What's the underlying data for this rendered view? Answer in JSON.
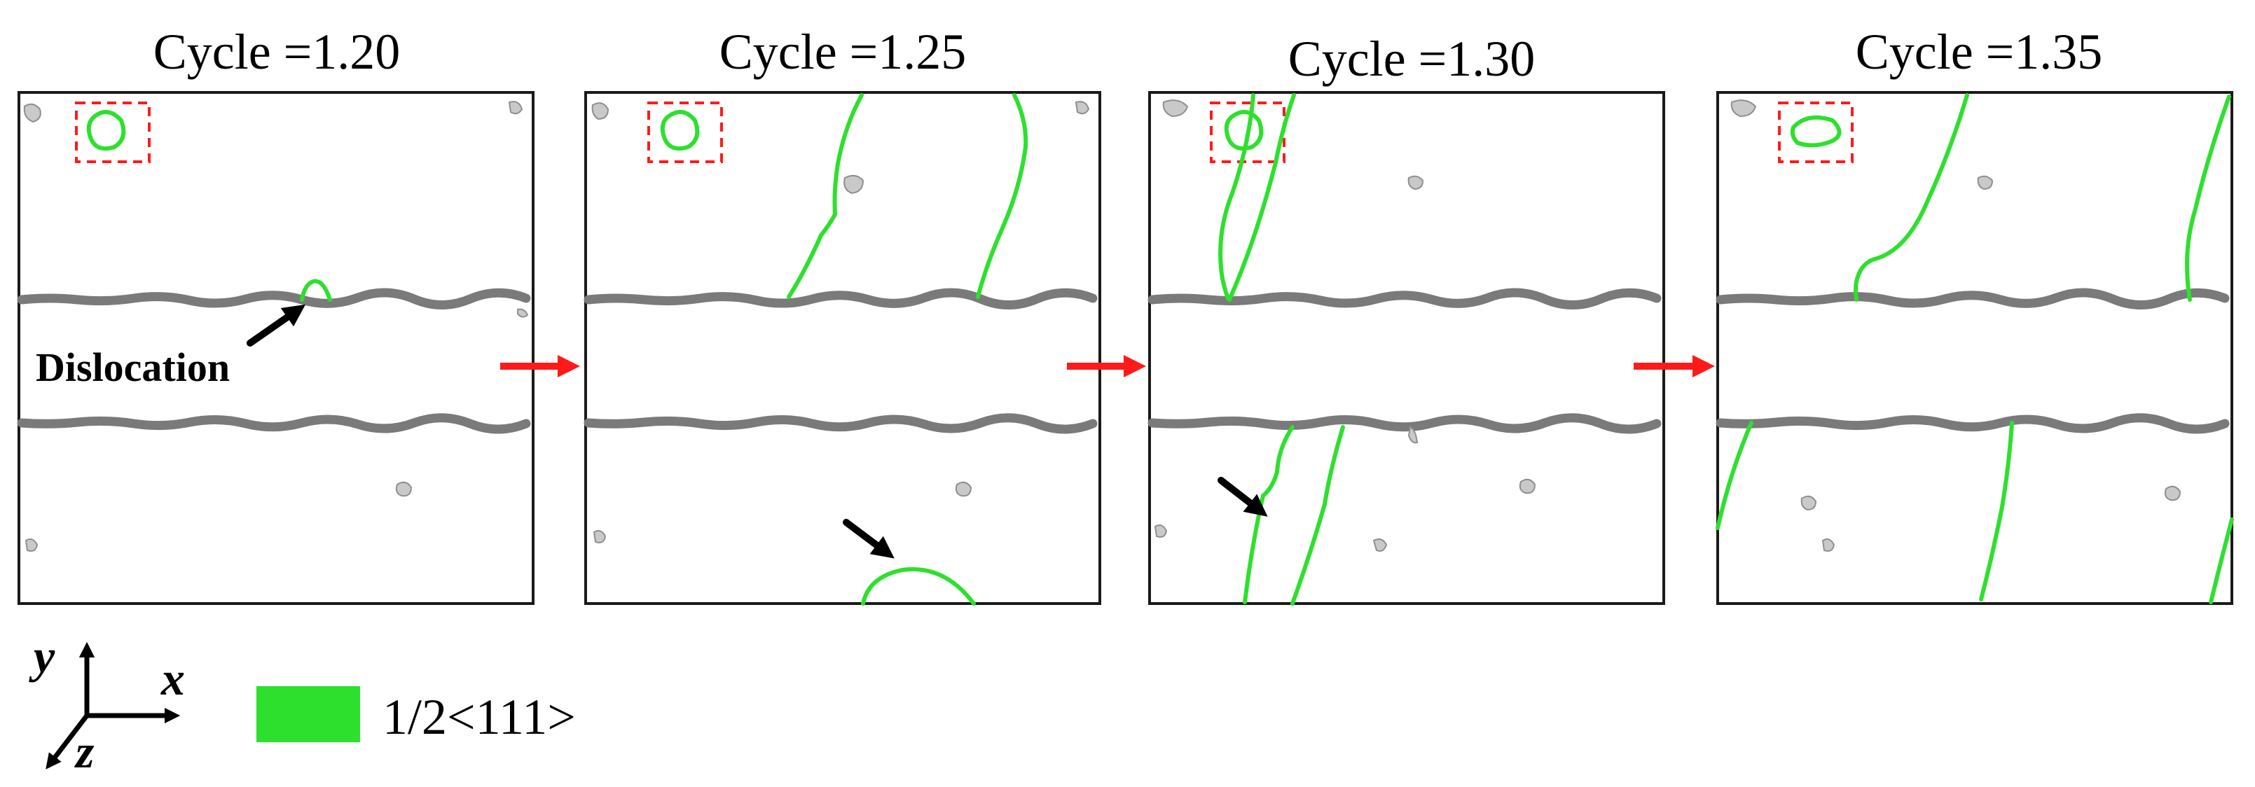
{
  "colors": {
    "dislocation_111": "#2ee02e",
    "transition_arrow": "#ff1a1a",
    "highlight_box": "#ff1a1a"
  },
  "panels": [
    {
      "title": "Cycle =1.20"
    },
    {
      "title": "Cycle =1.25"
    },
    {
      "title": "Cycle =1.30"
    },
    {
      "title": "Cycle =1.35"
    }
  ],
  "annotation": {
    "label": "Dislocation"
  },
  "axes": {
    "x": "x",
    "y": "y",
    "z": "z"
  },
  "legend": {
    "label": "1/2<111>"
  }
}
